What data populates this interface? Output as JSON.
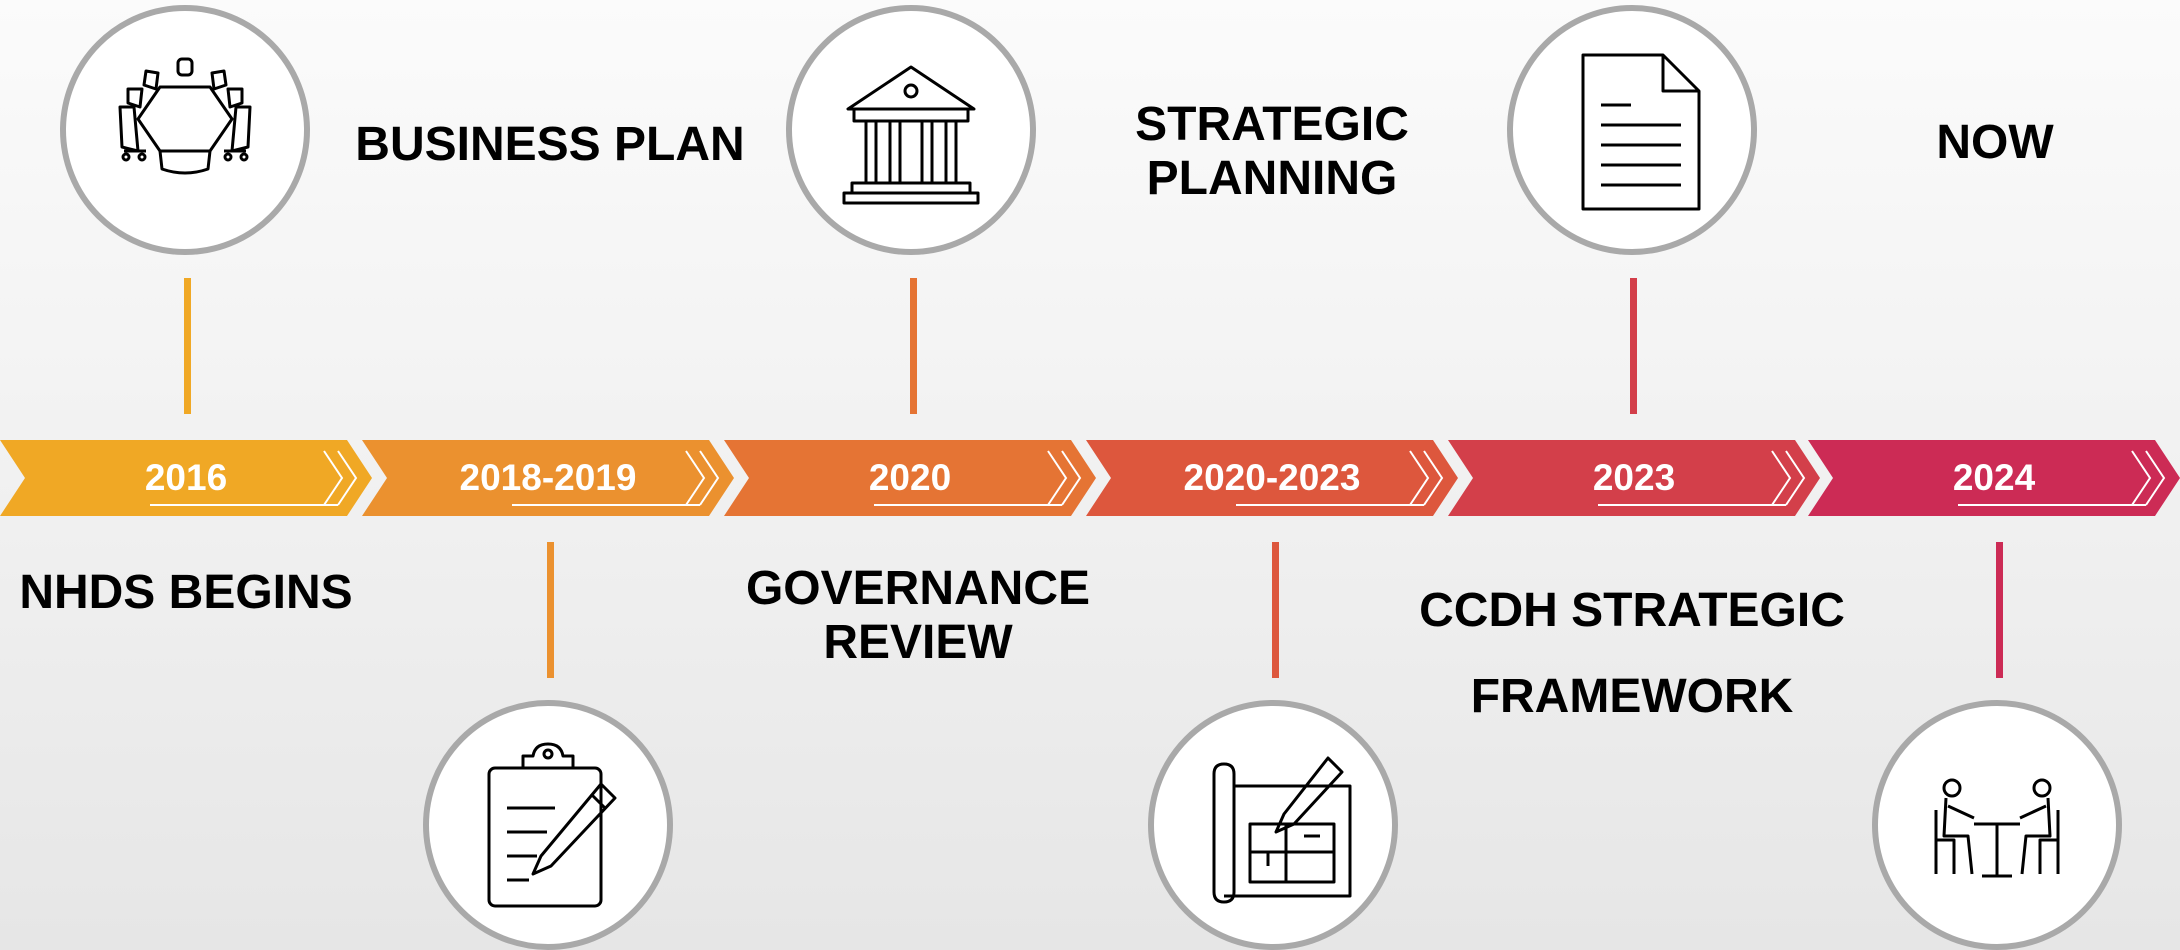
{
  "timeline": [
    {
      "year": "2016",
      "label": "NHDS BEGINS",
      "icon": "conference-table-icon",
      "color": "#F0A825"
    },
    {
      "year": "2018-2019",
      "label": "BUSINESS PLAN",
      "icon": "clipboard-pencil-icon",
      "color": "#EB912F"
    },
    {
      "year": "2020",
      "label_line1": "GOVERNANCE",
      "label_line2": "REVIEW",
      "icon": "government-building-icon",
      "color": "#E57434"
    },
    {
      "year": "2020-2023",
      "label_line1": "STRATEGIC",
      "label_line2": "PLANNING",
      "icon": "blueprint-pencil-icon",
      "color": "#DD573D"
    },
    {
      "year": "2023",
      "label_line1": "CCDH STRATEGIC",
      "label_line2": "FRAMEWORK",
      "icon": "document-icon",
      "color": "#D33F4A"
    },
    {
      "year": "2024",
      "label": "NOW",
      "icon": "meeting-people-icon",
      "color": "#CC2B55"
    }
  ]
}
